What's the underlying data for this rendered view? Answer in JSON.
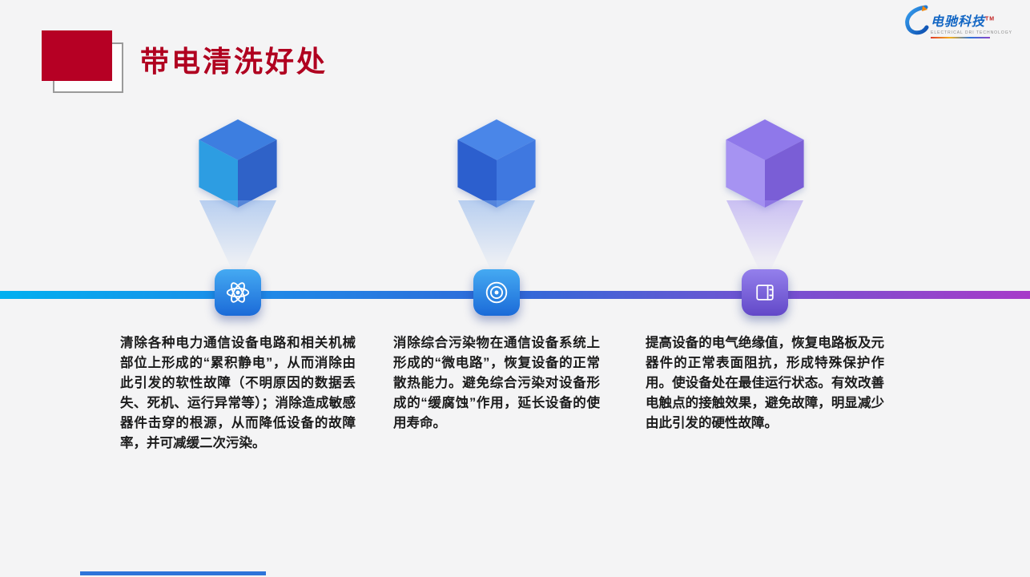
{
  "page": {
    "background": "#f4f4f5"
  },
  "header": {
    "title": "带电清洗好处",
    "title_color": "#b00020",
    "accent_square_color": "#b60024"
  },
  "logo": {
    "brand": "电驰科技",
    "trademark": "TM",
    "tagline": "ELECTRICAL DRI TECHNOLOGY",
    "brand_color": "#1266c4"
  },
  "timeline": {
    "gradient": [
      "#00b0f0",
      "#1e8ae8",
      "#3069d8",
      "#6e55d2",
      "#a73bc9"
    ]
  },
  "columns": [
    {
      "icon": "atom-icon",
      "cube": {
        "top": "#3d7ee0",
        "left": "#2d9de2",
        "right": "#2f62c8"
      },
      "tile_colors": [
        "#45aaf2",
        "#1b6ad8"
      ],
      "text": "清除各种电力通信设备电路和相关机械部位上形成的“累积静电”，从而消除由此引发的软性故障（不明原因的数据丢失、死机、运行异常等）；消除造成敏感器件击穿的根源，从而降低设备的故障率，并可减缓二次污染。"
    },
    {
      "icon": "target-icon",
      "cube": {
        "top": "#4a86e8",
        "left": "#2c5fce",
        "right": "#3f78e0"
      },
      "tile_colors": [
        "#45aaf2",
        "#1b6ad8"
      ],
      "text": "消除综合污染物在通信设备系统上形成的“微电路”，恢复设备的正常散热能力。避免综合污染对设备形成的“缓腐蚀”作用，延长设备的使用寿命。"
    },
    {
      "icon": "film-frame-icon",
      "cube": {
        "top": "#8f78ea",
        "left": "#a693f2",
        "right": "#7a5ed6"
      },
      "tile_colors": [
        "#9480ec",
        "#6248c8"
      ],
      "text": "提高设备的电气绝缘值，恢复电路板及元器件的正常表面阻抗，形成特殊保护作用。使设备处在最佳运行状态。有效改善电触点的接触效果，避免故障，明显减少由此引发的硬性故障。"
    }
  ]
}
